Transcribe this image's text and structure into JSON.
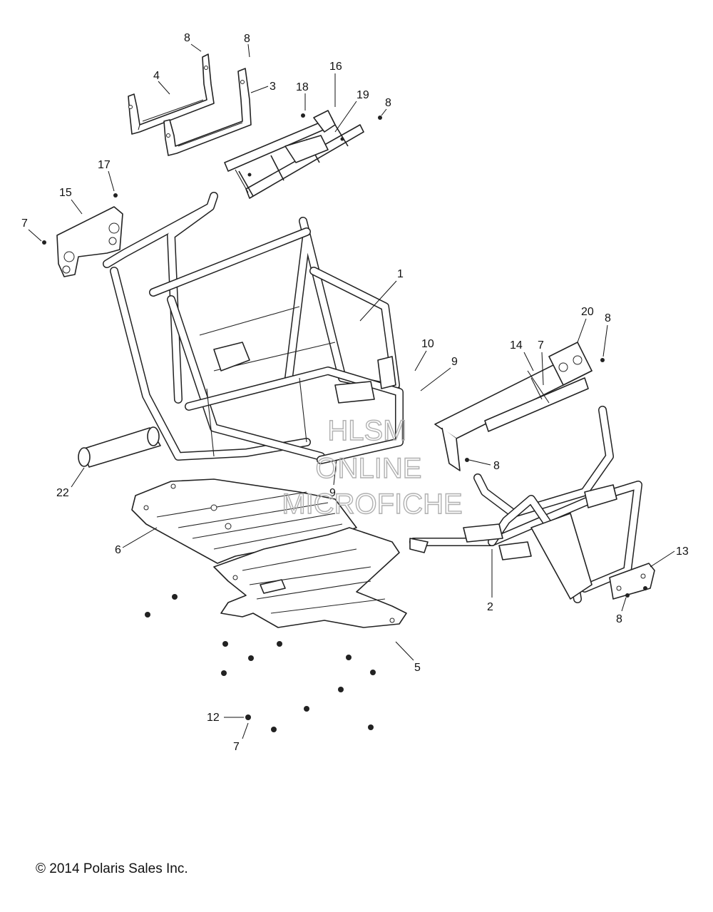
{
  "callouts": {
    "c8a": "8",
    "c8b": "8",
    "c4": "4",
    "c3": "3",
    "c16": "16",
    "c18": "18",
    "c19": "19",
    "c8c": "8",
    "c17": "17",
    "c15": "15",
    "c7a": "7",
    "c1": "1",
    "c20": "20",
    "c8d": "8",
    "c14": "14",
    "c7b": "7",
    "c10": "10",
    "c9a": "9",
    "c8e": "8",
    "c22": "22",
    "c9b": "9",
    "c6": "6",
    "c13": "13",
    "c2": "2",
    "c8f": "8",
    "c5": "5",
    "c12": "12",
    "c7c": "7"
  },
  "watermark": {
    "line1": "HLSM",
    "line2": "ONLINE",
    "line3": "MICROFICHE"
  },
  "footer": {
    "copyright": "© 2014 Polaris Sales Inc."
  }
}
